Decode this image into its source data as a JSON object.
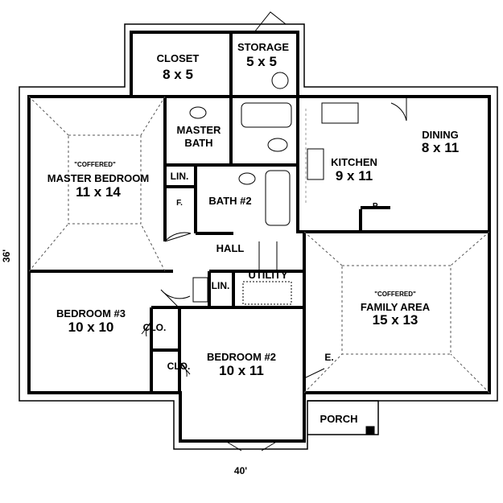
{
  "rooms": {
    "closet": {
      "name": "CLOSET",
      "size": "8 x 5"
    },
    "storage": {
      "name": "STORAGE",
      "size": "5 x 5"
    },
    "master_bath": {
      "name_line1": "MASTER",
      "name_line2": "BATH"
    },
    "master_bedroom": {
      "note": "\"COFFERED\"",
      "name": "MASTER BEDROOM",
      "size": "11 x 14"
    },
    "linen_upper": {
      "name": "LIN."
    },
    "f": {
      "name": "F."
    },
    "bath2": {
      "name": "BATH #2"
    },
    "kitchen": {
      "name": "KITCHEN",
      "size": "9 x 11"
    },
    "pantry": {
      "name": "P."
    },
    "dining": {
      "name": "DINING",
      "size": "8 x 11"
    },
    "hall": {
      "name": "HALL"
    },
    "linen_lower": {
      "name": "LIN."
    },
    "utility": {
      "name": "UTILITY"
    },
    "bedroom3": {
      "name": "BEDROOM #3",
      "size": "10 x 10"
    },
    "closet_b3": {
      "name": "CLO."
    },
    "closet_b2": {
      "name": "CLO."
    },
    "bedroom2": {
      "name": "BEDROOM #2",
      "size": "10 x 11"
    },
    "family": {
      "note": "\"COFFERED\"",
      "name": "FAMILY AREA",
      "size": "15 x 13"
    },
    "entry": {
      "name": "E."
    },
    "porch": {
      "name": "PORCH"
    }
  },
  "dimensions": {
    "width": "40'",
    "depth": "36'"
  }
}
